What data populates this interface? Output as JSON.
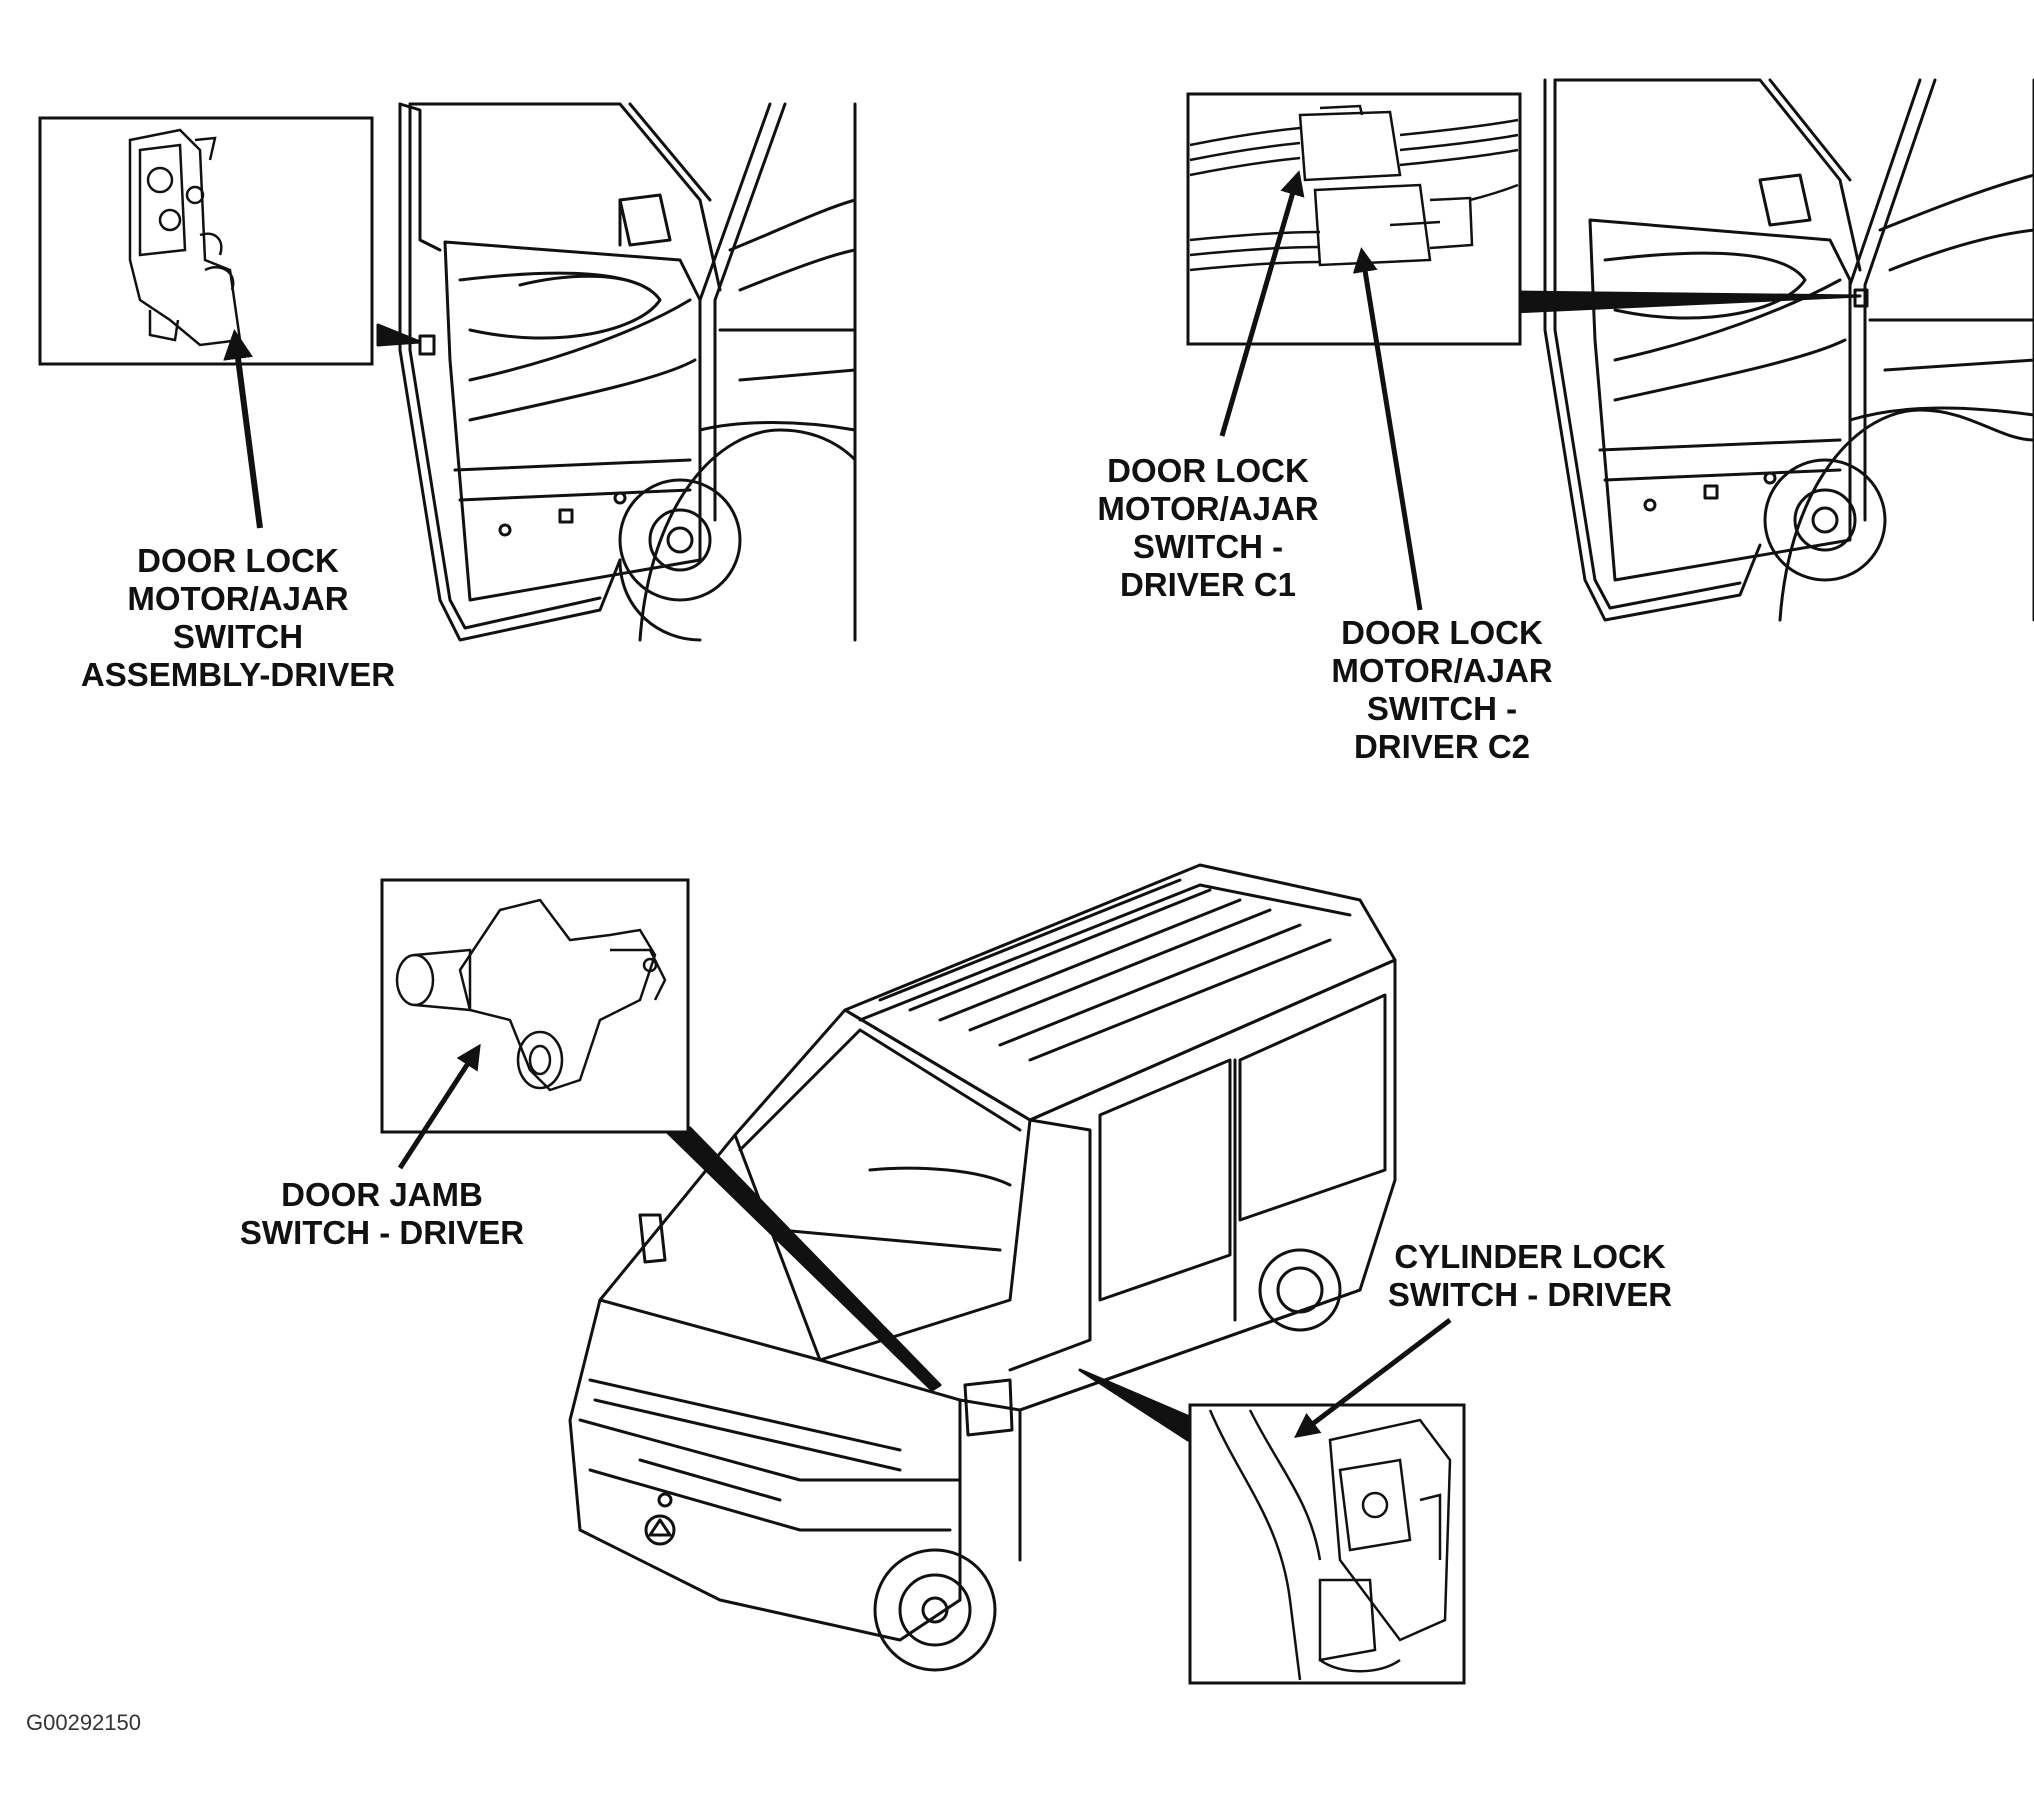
{
  "labels": {
    "assembly": [
      "DOOR LOCK",
      "MOTOR/AJAR",
      "SWITCH",
      "ASSEMBLY-DRIVER"
    ],
    "c1": [
      "DOOR LOCK",
      "MOTOR/AJAR",
      "SWITCH -",
      "DRIVER C1"
    ],
    "c2": [
      "DOOR LOCK",
      "MOTOR/AJAR",
      "SWITCH -",
      "DRIVER C2"
    ],
    "jamb": [
      "DOOR JAMB",
      "SWITCH - DRIVER"
    ],
    "cylinder": [
      "CYLINDER LOCK",
      "SWITCH - DRIVER"
    ]
  },
  "figure_id": "G00292150"
}
